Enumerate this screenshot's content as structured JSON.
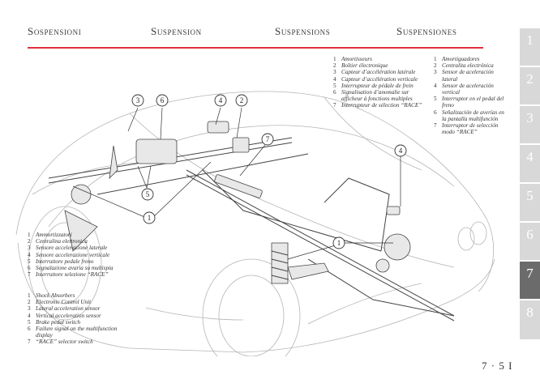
{
  "header": {
    "titles": [
      "Sospensioni",
      "Suspension",
      "Suspensions",
      "Suspensiones"
    ],
    "rule_color": "#e0303d"
  },
  "tabs": {
    "items": [
      "1",
      "2",
      "3",
      "4",
      "5",
      "6",
      "7",
      "8"
    ],
    "active": "7",
    "inactive_color": "#d8d8d8",
    "active_color": "#6b6b6b"
  },
  "legends": {
    "italian": [
      {
        "n": "1",
        "t": "Ammortizzatori"
      },
      {
        "n": "2",
        "t": "Centralina elettronica"
      },
      {
        "n": "3",
        "t": "Sensore accelerazione laterale"
      },
      {
        "n": "4",
        "t": "Sensore accelerazione verticale"
      },
      {
        "n": "5",
        "t": "Interruttore pedale freno"
      },
      {
        "n": "6",
        "t": "Segnalazione avaria su multispia"
      },
      {
        "n": "7",
        "t": "Interruttore selezione “RACE”"
      }
    ],
    "english": [
      {
        "n": "1",
        "t": "Shock Absorbers"
      },
      {
        "n": "2",
        "t": "Electronic Control Unit"
      },
      {
        "n": "3",
        "t": "Lateral acceleration sensor"
      },
      {
        "n": "4",
        "t": "Vertical acceleration sensor"
      },
      {
        "n": "5",
        "t": "Brake pedal switch"
      },
      {
        "n": "6",
        "t": "Failure signal on the multifunction display"
      },
      {
        "n": "7",
        "t": "“RACE” selector switch"
      }
    ],
    "french": [
      {
        "n": "1",
        "t": "Amortisseurs"
      },
      {
        "n": "2",
        "t": "Boîtier électronique"
      },
      {
        "n": "3",
        "t": "Capteur d’accélération latérale"
      },
      {
        "n": "4",
        "t": "Capteur d’accélération verticale"
      },
      {
        "n": "5",
        "t": "Interrupteur de pédale de frein"
      },
      {
        "n": "6",
        "t": "Signalisation d’anomalie sur afficheur à fonctions multiples"
      },
      {
        "n": "7",
        "t": "Interrupteur de sélection “RACE”"
      }
    ],
    "spanish": [
      {
        "n": "1",
        "t": "Amortiguadores"
      },
      {
        "n": "2",
        "t": "Centralita electrónica"
      },
      {
        "n": "3",
        "t": "Sensor de aceleración lateral"
      },
      {
        "n": "4",
        "t": "Sensor de aceleración vertical"
      },
      {
        "n": "5",
        "t": "Interruptor en el pedal del freno"
      },
      {
        "n": "6",
        "t": "Señalización de averías en la pantalla multifunción"
      },
      {
        "n": "7",
        "t": "Interruptor de selección modo “RACE”"
      }
    ]
  },
  "illustration": {
    "description": "Car suspension system cutaway diagram",
    "callouts": [
      "3",
      "6",
      "4",
      "2",
      "7",
      "5",
      "1",
      "4",
      "1"
    ]
  },
  "page_number": "7 · 5 I"
}
